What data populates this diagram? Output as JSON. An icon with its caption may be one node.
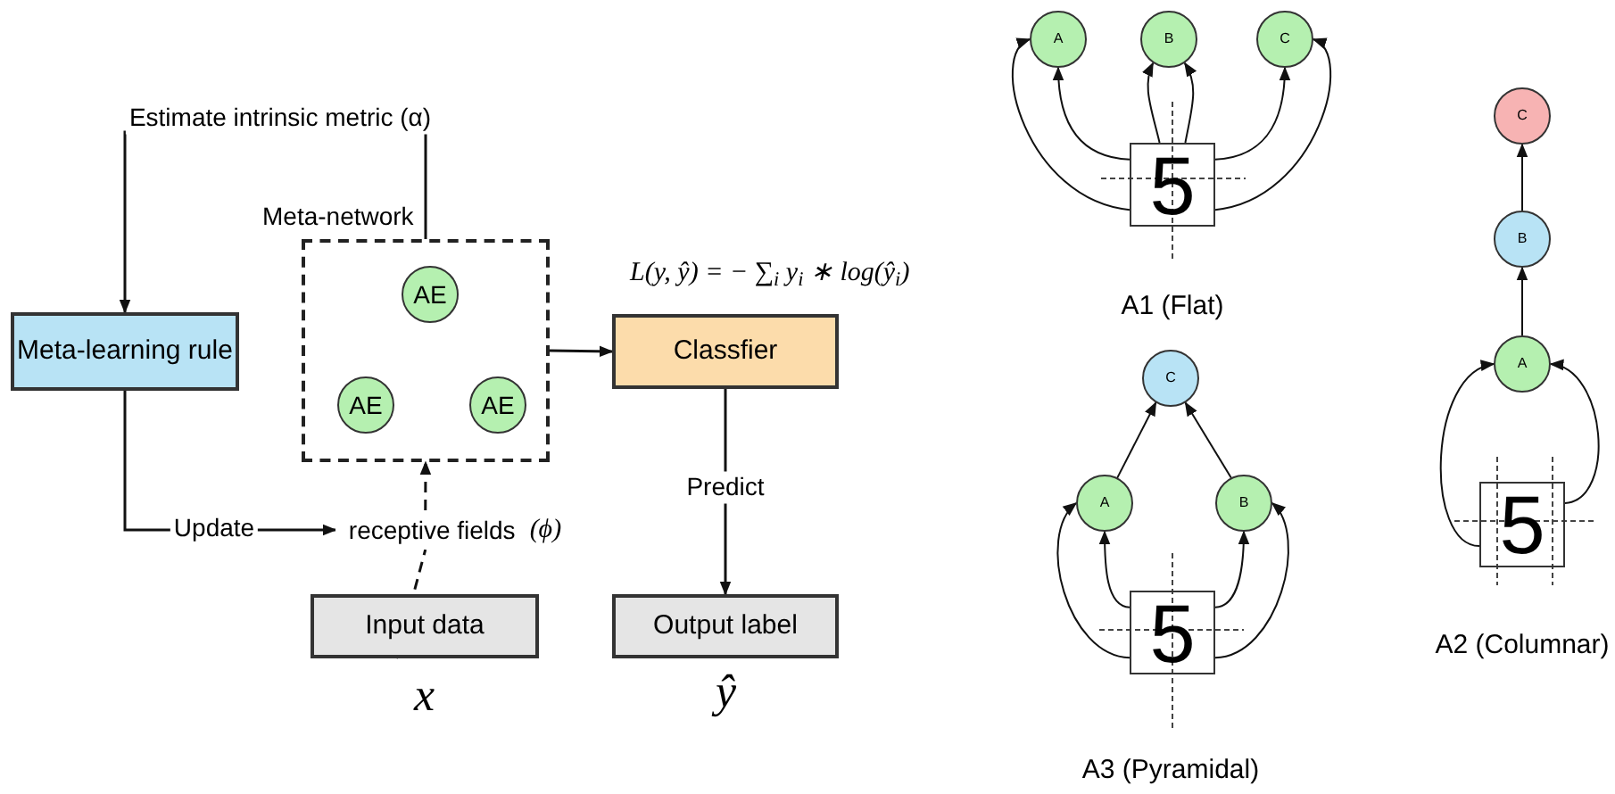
{
  "diagram": {
    "nodes": [
      {
        "text": [
          "Meta-learning rule"
        ]
      },
      {
        "text": [
          "Meta-network"
        ]
      },
      {
        "text": [
          "AE"
        ],
        "in": 1
      },
      {
        "text": [
          "AE"
        ],
        "in": 1
      },
      {
        "text": [
          "AE"
        ],
        "in": 1
      },
      {
        "text": [
          "Classfier"
        ],
        "beside": [
          "L(y, ŷ) = − ∑$_{i}$ y$_{i}$ ∗ log(ŷ$_{i}$)"
        ]
      },
      {
        "text": [
          "receptive fields",
          "(ϕ)"
        ]
      },
      {
        "text": [
          "Input data"
        ],
        "beside": [
          "x"
        ]
      },
      {
        "text": [
          "Output label"
        ],
        "beside": [
          "ŷ"
        ]
      },
      {
        "text": [
          "A"
        ]
      },
      {
        "text": [
          "B"
        ]
      },
      {
        "text": [
          "C"
        ]
      },
      {
        "text": [
          "5"
        ]
      },
      {
        "text": [
          "C"
        ]
      },
      {
        "text": [
          "A"
        ]
      },
      {
        "text": [
          "B"
        ]
      },
      {
        "text": [
          "5"
        ]
      },
      {
        "text": [
          "C"
        ]
      },
      {
        "text": [
          "B"
        ]
      },
      {
        "text": [
          "A"
        ]
      },
      {
        "text": [
          "5"
        ]
      }
    ],
    "edges": [
      {
        "from": 1,
        "to": 0,
        "arrow": "to",
        "label": "Estimate intrinsic metric (α)"
      },
      {
        "from": 0,
        "to": 6,
        "arrow": "to",
        "label": "Update"
      },
      {
        "from": 7,
        "to": 6,
        "arrow": "none",
        "style": "dashed"
      },
      {
        "from": 6,
        "to": 1,
        "arrow": "to",
        "style": "dashed"
      },
      {
        "from": 1,
        "to": 5,
        "arrow": "to"
      },
      {
        "from": 5,
        "to": 8,
        "arrow": "to",
        "label": "Predict"
      },
      {
        "from": 12,
        "to": 9,
        "arrow": "to"
      },
      {
        "from": 12,
        "to": 9,
        "arrow": "to"
      },
      {
        "from": 12,
        "to": 10,
        "arrow": "to"
      },
      {
        "from": 12,
        "to": 10,
        "arrow": "to"
      },
      {
        "from": 12,
        "to": 11,
        "arrow": "to"
      },
      {
        "from": 12,
        "to": 11,
        "arrow": "to"
      },
      {
        "from": 14,
        "to": 13,
        "arrow": "to"
      },
      {
        "from": 15,
        "to": 13,
        "arrow": "to"
      },
      {
        "from": 16,
        "to": 14,
        "arrow": "to"
      },
      {
        "from": 16,
        "to": 14,
        "arrow": "to"
      },
      {
        "from": 16,
        "to": 15,
        "arrow": "to"
      },
      {
        "from": 16,
        "to": 15,
        "arrow": "to"
      },
      {
        "from": 18,
        "to": 17,
        "arrow": "to"
      },
      {
        "from": 19,
        "to": 18,
        "arrow": "to"
      },
      {
        "from": 20,
        "to": 19,
        "arrow": "to"
      },
      {
        "from": 20,
        "to": 19,
        "arrow": "to"
      }
    ],
    "labels": [
      "A1 (Flat)",
      "A3 (Pyramidal)",
      "A2 (Columnar)"
    ]
  }
}
